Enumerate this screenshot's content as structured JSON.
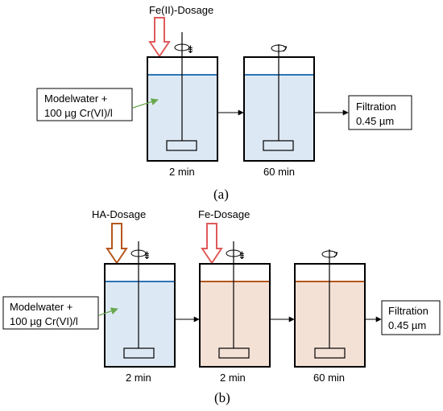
{
  "panel_a": {
    "dosage_label": "Fe(II)-Dosage",
    "inlet_line1": "Modelwater +",
    "inlet_line2": "100 µg Cr(VI)/l",
    "time_1": "2 min",
    "time_2": "60 min",
    "out_line1": "Filtration",
    "out_line2": "0.45 µm",
    "caption": "(a)"
  },
  "panel_b": {
    "dosage_1_label": "HA-Dosage",
    "dosage_2_label": "Fe-Dosage",
    "inlet_line1": "Modelwater +",
    "inlet_line2": "100 µg Cr(VI)/l",
    "time_1": "2 min",
    "time_2": "2 min",
    "time_3": "60 min",
    "out_line1": "Filtration",
    "out_line2": "0.45 µm",
    "caption": "(b)"
  },
  "colors": {
    "water_blue": "#dce9f4",
    "water_line_blue": "#2e74b5",
    "water_tan": "#f4e1d6",
    "water_line_brown": "#b5561b",
    "arrow_red": "#e05a5a",
    "arrow_brown": "#b5561b",
    "callout_green": "#6aa84f"
  }
}
